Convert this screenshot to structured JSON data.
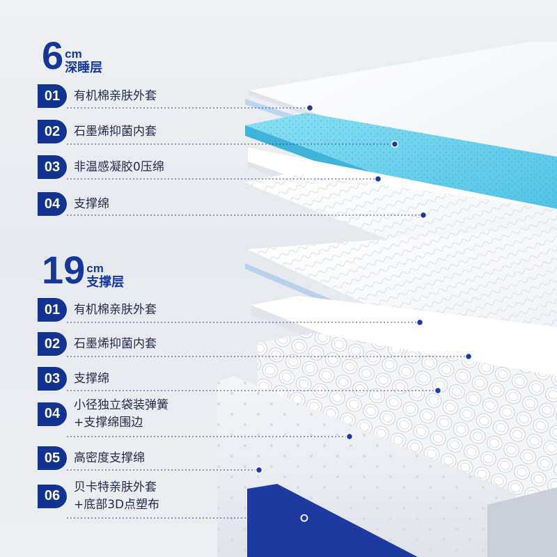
{
  "comfort_layer": {
    "thickness": "6",
    "unit": "cm",
    "title": "深睡层",
    "items": [
      {
        "num": "01",
        "label": "有机棉亲肤外套"
      },
      {
        "num": "02",
        "label": "石墨烯抑菌内套"
      },
      {
        "num": "03",
        "label": "非温感凝胶0压绵"
      },
      {
        "num": "04",
        "label": "支撑绵"
      }
    ]
  },
  "support_layer": {
    "thickness": "19",
    "unit": "cm",
    "title": "支撑层",
    "items": [
      {
        "num": "01",
        "label": "有机棉亲肤外套"
      },
      {
        "num": "02",
        "label": "石墨烯抑菌内套"
      },
      {
        "num": "03",
        "label": "支撑绵"
      },
      {
        "num": "04",
        "label": "小径独立袋装弹簧",
        "label2": "+支撑绵围边"
      },
      {
        "num": "05",
        "label": "高密度支撑绵"
      },
      {
        "num": "06",
        "label": "贝卡特亲肤外套",
        "label2": "+底部3D点塑布"
      }
    ]
  },
  "colors": {
    "brand_blue": "#12338f",
    "gel_blue": "#5ecbe6",
    "foam_white": "#ffffff",
    "base_blue": "#1c3aa0"
  }
}
